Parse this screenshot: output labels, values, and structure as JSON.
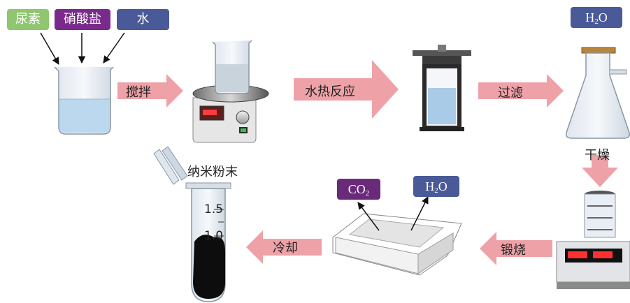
{
  "reagents": {
    "urea": "尿素",
    "nitrate": "硝酸盐",
    "water": "水"
  },
  "steps": {
    "stir": "搅拌",
    "hydrothermal": "水热反应",
    "filter": "过滤",
    "dry": "干燥",
    "calcine": "锻烧",
    "cool": "冷却"
  },
  "wash_tag": {
    "main": "H",
    "sub": "2",
    "tail": "O"
  },
  "gas_co2": {
    "main": "CO",
    "sub": "2",
    "tail": ""
  },
  "gas_h2o": {
    "main": "H",
    "sub": "2",
    "tail": "O"
  },
  "product_label": "纳米粉末",
  "tube_marks": {
    "upper": "1.5",
    "lower": "1.0"
  },
  "colors": {
    "urea_tag": "#8fc66f",
    "nitrate_tag": "#7a2a8a",
    "water_tag": "#4a5a98",
    "co2_tag": "#6a2a7a",
    "arrow_fill": "#eea2a8",
    "liquid": "#bcd8ee"
  }
}
